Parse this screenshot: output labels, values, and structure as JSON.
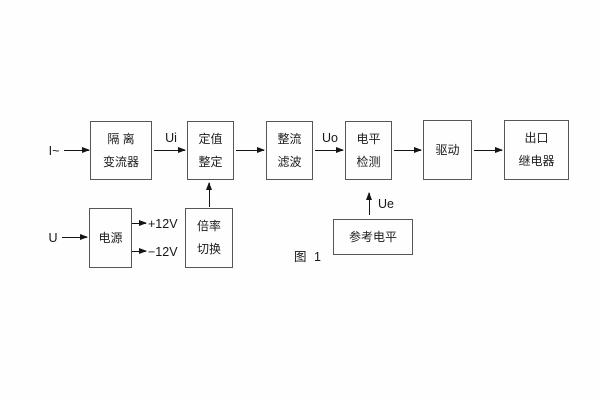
{
  "figure": {
    "caption": "图 1",
    "background_color": "#fefefe",
    "line_color": "#141414",
    "box_border_color": "#565656"
  },
  "blocks": {
    "isolation": {
      "line1": "隔 离",
      "line2": "变流器"
    },
    "setting": {
      "line1": "定值",
      "line2": "整定"
    },
    "rectify": {
      "line1": "整流",
      "line2": "滤波"
    },
    "level": {
      "line1": "电平",
      "line2": "检测"
    },
    "drive": {
      "line1": "驱动"
    },
    "relay": {
      "line1": "出口",
      "line2": "继电器"
    },
    "power": {
      "line1": "电源"
    },
    "ratio": {
      "line1": "倍率",
      "line2": "切换"
    },
    "reference": {
      "line1": "参考电平"
    }
  },
  "labels": {
    "input_current": "I~",
    "input_voltage": "U",
    "ui": "Ui",
    "uo": "Uo",
    "ue": "Ue",
    "plus_12v": "+12V",
    "minus_12v": "−12V"
  }
}
